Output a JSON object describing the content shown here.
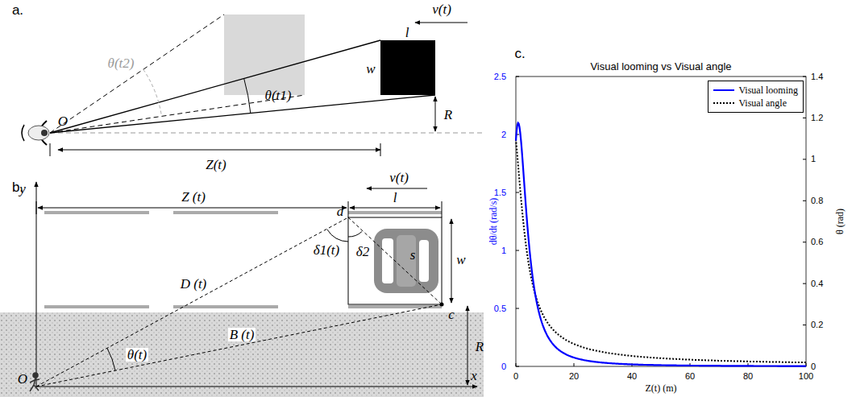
{
  "diagram": {
    "labels": [
      "a.",
      "v(t)",
      "l",
      "w",
      "θ(t2)",
      "θ(t1)",
      "O",
      "R",
      "Z(t)",
      "b.",
      "y",
      "Z (t)",
      "v(t)",
      "a",
      "l",
      "δ1(t)",
      "δ2",
      "D (t)",
      "s",
      "w",
      "c",
      "θ(t)",
      "B (t)",
      "R",
      "O",
      "x",
      "c.",
      "Visual looming vs Visual angle",
      "0",
      "0.5",
      "1",
      "1.5",
      "2",
      "2.5",
      "0",
      "0.2",
      "0.4",
      "0.6",
      "0.8",
      "1",
      "1.2",
      "1.4",
      "0",
      "20",
      "40",
      "60",
      "80",
      "100",
      "dθ/dt (rad/s)",
      "θ (rad)",
      "Z(t) (m)"
    ],
    "legend": [
      {
        "text": "Visual looming"
      },
      {
        "text": "Visual angle"
      }
    ]
  }
}
